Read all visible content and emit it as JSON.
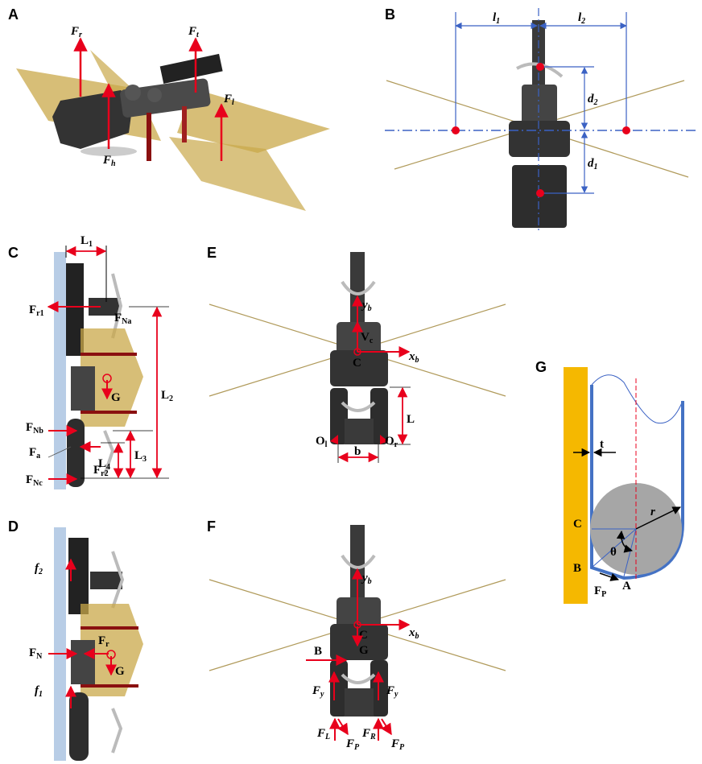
{
  "colors": {
    "force": "#e8001c",
    "dim_blue": "#3b62c4",
    "wing": "#c9a84a",
    "wall": "#b8cde6",
    "body": "#333333",
    "axis_line": "#b09a5a",
    "g_wall": "#f5b800",
    "g_track": "#4472c4",
    "g_wheel": "#a6a6a6"
  },
  "panels": {
    "a": {
      "letter": "A",
      "Fr": "F",
      "Fr_sub": "r",
      "Ft": "F",
      "Ft_sub": "t",
      "Fl": "F",
      "Fl_sub": "l",
      "Fh": "F",
      "Fh_sub": "h"
    },
    "b": {
      "letter": "B",
      "l1": "l",
      "l1_sub": "1",
      "l2": "l",
      "l2_sub": "2",
      "d1": "d",
      "d1_sub": "1",
      "d2": "d",
      "d2_sub": "2"
    },
    "c": {
      "letter": "C",
      "L1": "L",
      "L1_sub": "1",
      "L2": "L",
      "L2_sub": "2",
      "L3": "L",
      "L3_sub": "3",
      "L4": "L",
      "L4_sub": "4",
      "Fr1": "F",
      "Fr1_sub": "r1",
      "FNa": "F",
      "FNa_sub": "Na",
      "G": "G",
      "FNb": "F",
      "FNb_sub": "Nb",
      "Fa": "F",
      "Fa_sub": "a",
      "Fr2": "F",
      "Fr2_sub": "r2",
      "FNc": "F",
      "FNc_sub": "Nc"
    },
    "d": {
      "letter": "D",
      "f2": "f",
      "f2_sub": "2",
      "FN": "F",
      "FN_sub": "N",
      "Fr": "F",
      "Fr_sub": "r",
      "G": "G",
      "f1": "f",
      "f1_sub": "1"
    },
    "e": {
      "letter": "E",
      "yb": "y",
      "yb_sub": "b",
      "Vc": "V",
      "Vc_sub": "c",
      "xb": "x",
      "xb_sub": "b",
      "C": "C",
      "L": "L",
      "Ol": "O",
      "Ol_sub": "l",
      "Or": "O",
      "Or_sub": "r",
      "b": "b"
    },
    "f": {
      "letter": "F",
      "yb": "y",
      "yb_sub": "b",
      "xb": "x",
      "xb_sub": "b",
      "C": "C",
      "G": "G",
      "B": "B",
      "Fy_left": "F",
      "Fy_left_sub": "y",
      "Fy_right": "F",
      "Fy_right_sub": "y",
      "FL": "F",
      "FL_sub": "L",
      "FP_left": "F",
      "FP_left_sub": "P",
      "FR": "F",
      "FR_sub": "R",
      "FP_right": "F",
      "FP_right_sub": "P"
    },
    "g": {
      "letter": "G",
      "t": "t",
      "r": "r",
      "C": "C",
      "theta": "θ",
      "B": "B",
      "A": "A",
      "FP": "F",
      "FP_sub": "P"
    }
  }
}
